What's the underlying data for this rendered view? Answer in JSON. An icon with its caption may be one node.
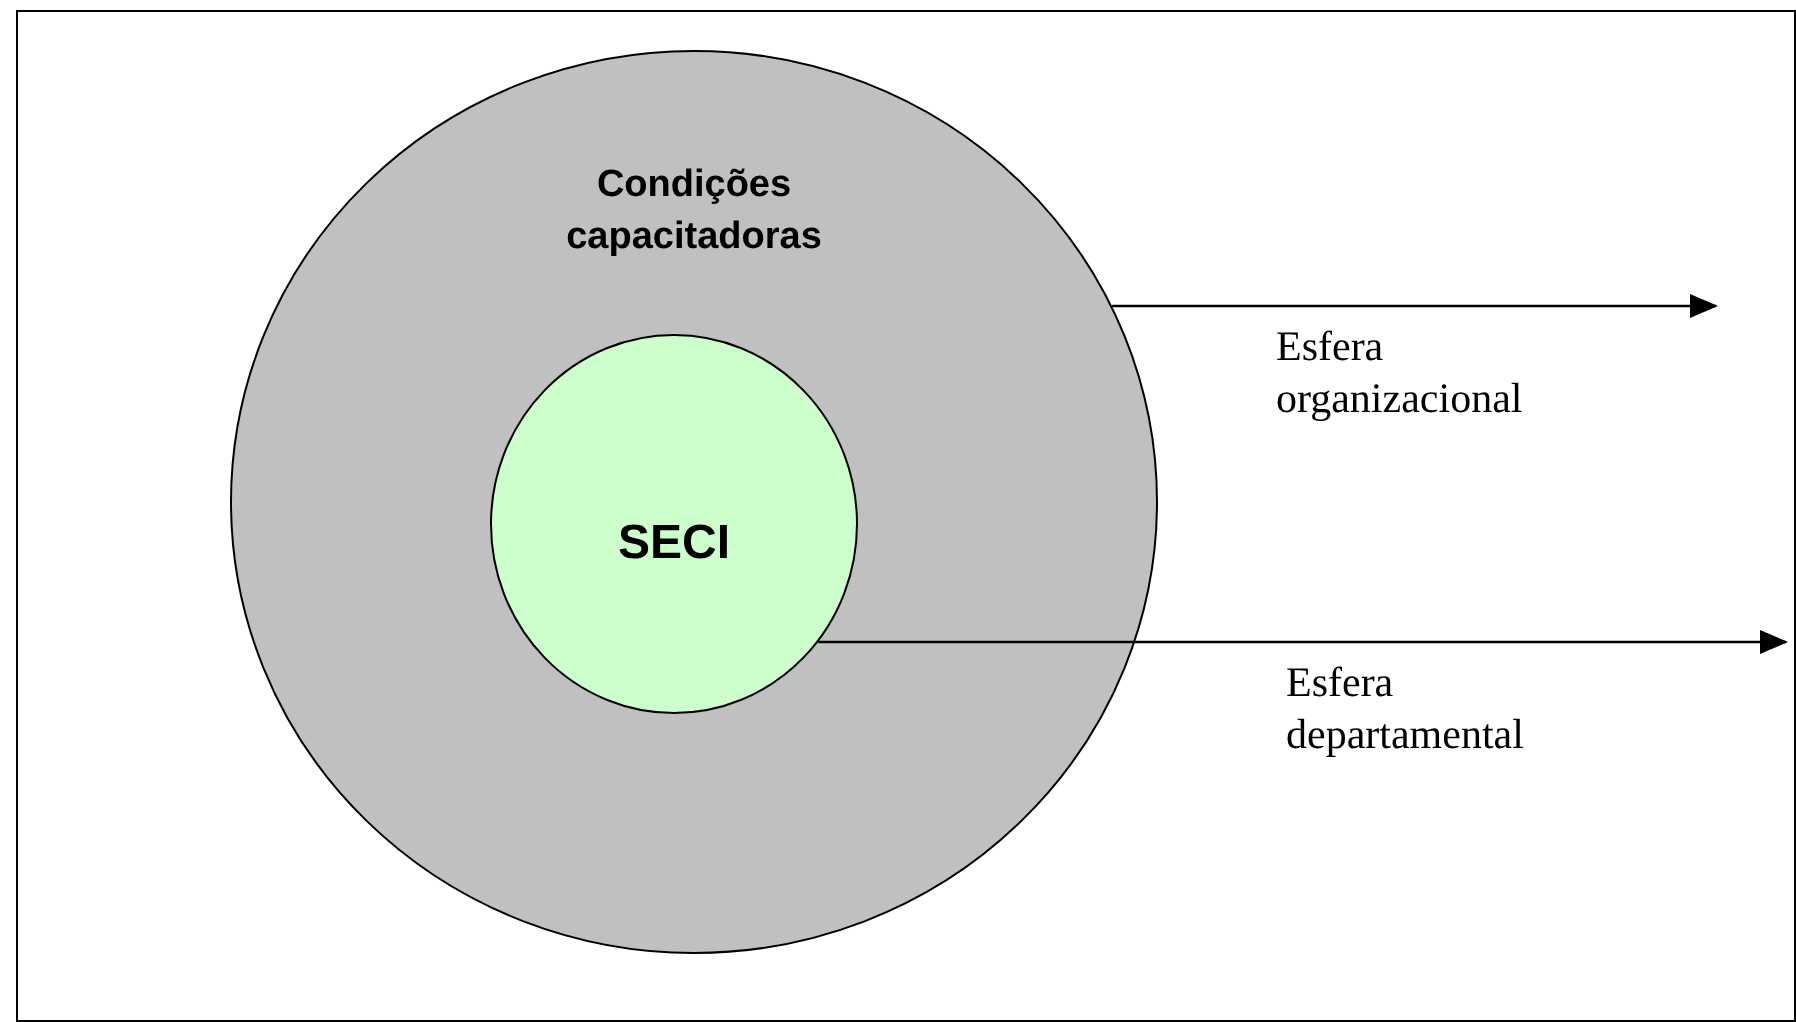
{
  "diagram": {
    "nodes": [
      {
        "text": [
          "Condições capacitadoras"
        ]
      },
      {
        "text": [
          "SECI"
        ],
        "in": 0
      }
    ],
    "edges": [
      {
        "from": 0,
        "to": null,
        "arrow": "to",
        "label": "Esfera organizacional"
      },
      {
        "from": 1,
        "to": null,
        "arrow": "to",
        "label": "Esfera departamental"
      }
    ]
  }
}
